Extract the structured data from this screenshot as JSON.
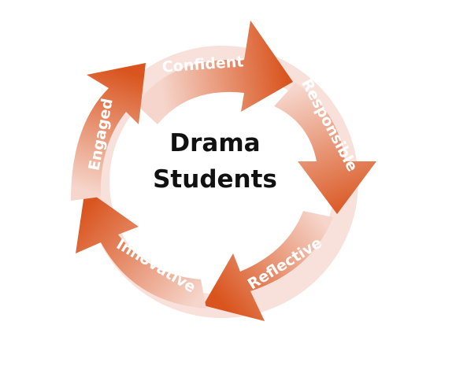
{
  "diagram": {
    "center": {
      "line1": "Drama",
      "line2": "Students"
    },
    "stages": [
      {
        "label": "Confident"
      },
      {
        "label": "Responsible"
      },
      {
        "label": "Reflective"
      },
      {
        "label": "Innovative"
      },
      {
        "label": "Engaged"
      }
    ],
    "colors": {
      "arrow_dark": "#d9541e",
      "arrow_light": "#f6d6cc",
      "ring_back": "#f3c8bd",
      "label": "#ffffff",
      "center_text": "#111111"
    }
  }
}
